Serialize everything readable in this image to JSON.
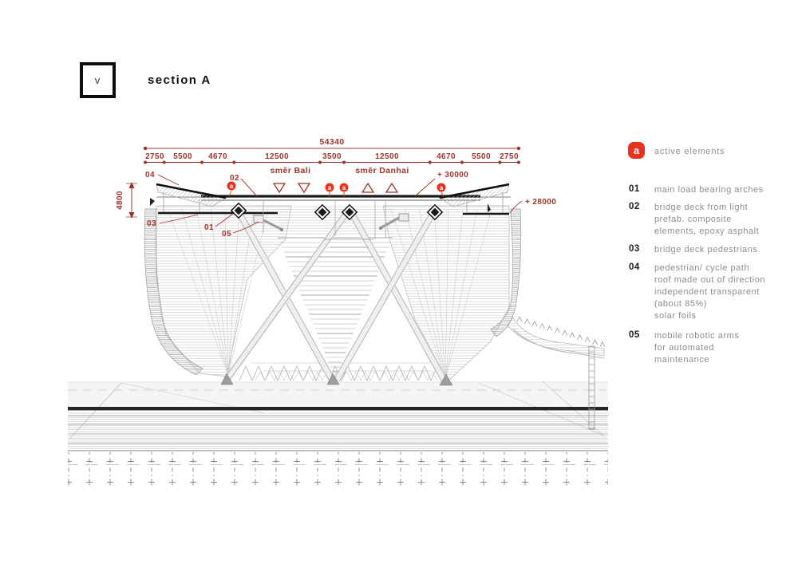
{
  "header": {
    "view_marker": "v",
    "title": "section A"
  },
  "legend": {
    "badge_letter": "a",
    "badge_label": "active elements",
    "items": [
      {
        "num": "01",
        "lines": [
          "main load bearing arches"
        ]
      },
      {
        "num": "02",
        "lines": [
          "bridge deck from light",
          "prefab. composite",
          "elements, epoxy asphalt"
        ]
      },
      {
        "num": "03",
        "lines": [
          "bridge deck pedestrians"
        ]
      },
      {
        "num": "04",
        "lines": [
          "pedestrian/ cycle path",
          "roof made out of direction",
          "independent transparent",
          "(about 85%)",
          "solar foils"
        ]
      },
      {
        "num": "05",
        "lines": [
          "mobile robotic arms",
          "for automated",
          "maintenance"
        ]
      }
    ]
  },
  "dimensions": {
    "total": "54340",
    "segments": [
      "2750",
      "5500",
      "4670",
      "12500",
      "3500",
      "12500",
      "4670",
      "5500",
      "2750"
    ],
    "height": "4800",
    "level_deck": "+ 30000",
    "level_wing": "+ 28000"
  },
  "drawing": {
    "direction_left": "směr Bali",
    "direction_right": "směr Danhai",
    "callout_01": "01",
    "callout_02": "02",
    "callout_03": "03",
    "callout_04": "04",
    "callout_05": "05",
    "active_marker": "a"
  },
  "colors": {
    "accent_red": "#e8321e",
    "dim_red": "#9d342b",
    "legend_gray": "#8c8c8c",
    "ink": "#1a1a1a"
  }
}
